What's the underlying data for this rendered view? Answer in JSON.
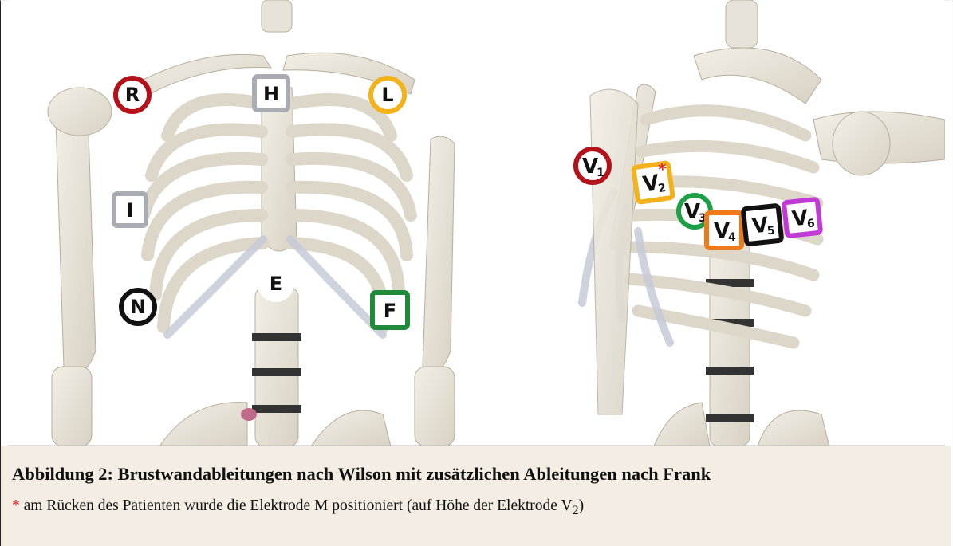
{
  "figure": {
    "left_panel": {
      "electrodes": [
        {
          "id": "R",
          "label": "R",
          "shape": "circle",
          "color": "#b3121a"
        },
        {
          "id": "H",
          "label": "H",
          "shape": "square",
          "color": "#a9acb2"
        },
        {
          "id": "L",
          "label": "L",
          "shape": "circle",
          "color": "#f2b21c"
        },
        {
          "id": "I",
          "label": "I",
          "shape": "square",
          "color": "#a9acb2"
        },
        {
          "id": "E",
          "label": "E",
          "shape": "circle",
          "color": "#ffffff"
        },
        {
          "id": "N",
          "label": "N",
          "shape": "circle",
          "color": "#111111"
        },
        {
          "id": "F",
          "label": "F",
          "shape": "square",
          "color": "#1f8a3a"
        }
      ]
    },
    "right_panel": {
      "electrodes": [
        {
          "id": "V1",
          "label": "V",
          "sub": "1",
          "shape": "circle",
          "color": "#b3121a"
        },
        {
          "id": "V2",
          "label": "V",
          "sub": "2",
          "shape": "square",
          "color": "#f2b21c",
          "star": "*"
        },
        {
          "id": "V3",
          "label": "V",
          "sub": "3",
          "shape": "circle",
          "color": "#1f9e48"
        },
        {
          "id": "V4",
          "label": "V",
          "sub": "4",
          "shape": "square",
          "color": "#ef7a1a"
        },
        {
          "id": "V5",
          "label": "V",
          "sub": "5",
          "shape": "square",
          "color": "#111111"
        },
        {
          "id": "V6",
          "label": "V",
          "sub": "6",
          "shape": "square",
          "color": "#c23ad6"
        }
      ]
    }
  },
  "caption": {
    "title": "Abbildung 2: Brustwandableitungen nach Wilson mit zusätzlichen Ableitungen nach Frank",
    "note_star": "*",
    "note_text": " am Rücken des Patienten wurde die Elektrode M positioniert (auf Höhe der Elektrode V",
    "note_sub": "2",
    "note_close": ")"
  }
}
